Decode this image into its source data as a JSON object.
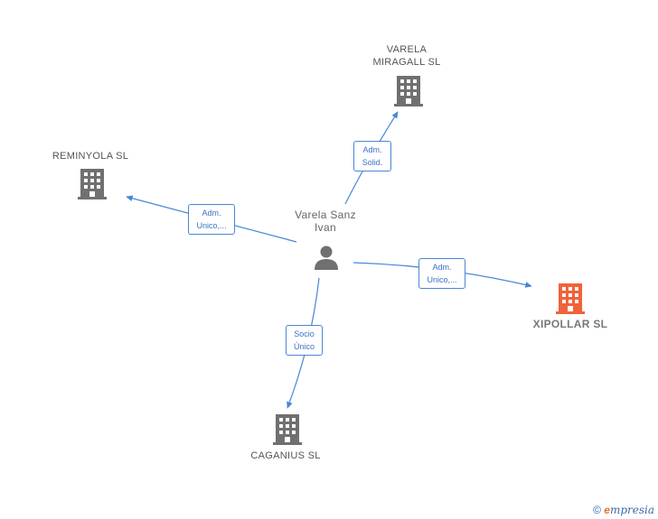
{
  "center": {
    "name": "Varela Sanz\nIvan",
    "type": "person"
  },
  "companies": [
    {
      "id": "varela",
      "name": "VARELA\nMIRAGALL SL",
      "highlight": false
    },
    {
      "id": "reminyola",
      "name": "REMINYOLA SL",
      "highlight": false
    },
    {
      "id": "xipollar",
      "name": "XIPOLLAR SL",
      "highlight": true
    },
    {
      "id": "caganius",
      "name": "CAGANIUS SL",
      "highlight": false
    }
  ],
  "edges": [
    {
      "to": "varela",
      "line1": "Adm.",
      "line2": "Solid."
    },
    {
      "to": "reminyola",
      "line1": "Adm.",
      "line2": "Unico,..."
    },
    {
      "to": "xipollar",
      "line1": "Adm.",
      "line2": "Unico,..."
    },
    {
      "to": "caganius",
      "line1": "Socio",
      "line2": "Único"
    }
  ],
  "colors": {
    "edge": "#4a86d8",
    "building": "#707070",
    "building_highlight": "#f0623a",
    "person": "#707070"
  },
  "footer": {
    "copyright": "©",
    "brand_e": "e",
    "brand_rest": "mpresia"
  }
}
